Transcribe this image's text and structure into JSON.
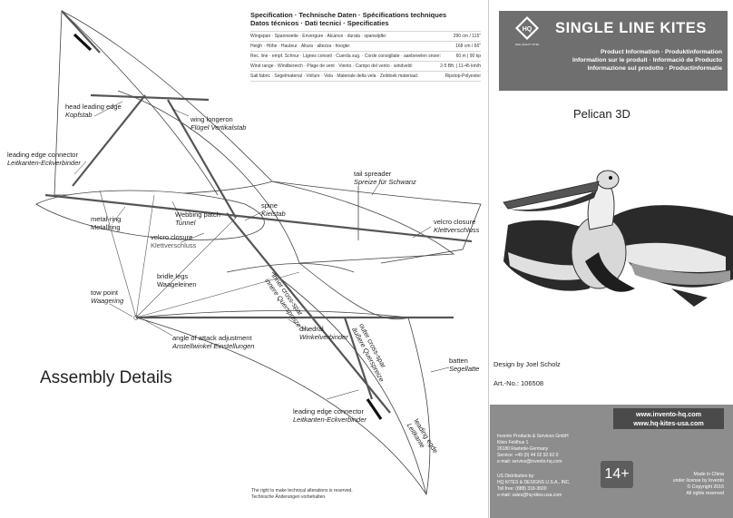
{
  "specs": {
    "heading1": "Specification · Technische Daten · Spécifications techniques",
    "heading2": "Datos técnicos · Dati tecnici · Specificaties",
    "rows": [
      {
        "label": "Wingspan · Spannweite · Envergure · Alcance · durata · spanwijdte:",
        "value": "290 cm / 115\""
      },
      {
        "label": "Heigh · Höhe · Hauteur · Altura · altezza · hoogte:",
        "value": "168 cm / 66\""
      },
      {
        "label": "Rec. line · empf. Schnur · Lignes conseil · Cuerda sug. · Corde consigliate · aanbevelen snoer:",
        "value": "60 m | 90 kp"
      },
      {
        "label": "Wind range · Windbereich · Plage de vent · Viento · Campo del vento · windveld:",
        "value": "2-5 Bft. | 11-45 km/h"
      },
      {
        "label": "Sail fabric · Segelmaterial · Voilure · Vela · Materiale della vela · Zeildoek materiaal:",
        "value": "Ripstop-Polyester"
      }
    ]
  },
  "labels": {
    "head_leading_edge": {
      "en": "head leading edge",
      "de": "Kopfstab"
    },
    "wing_longeron": {
      "en": "wing longeron",
      "de": "Flügel Vertikalstab"
    },
    "leading_edge_connector_top": {
      "en": "leading edge connector",
      "de": "Leitkanten-Eckverbinder"
    },
    "tail_spreader": {
      "en": "tail spreader",
      "de": "Spreize für Schwanz"
    },
    "webbing_patch": {
      "en": "Webbing patch",
      "de": "Tunnel"
    },
    "spine": {
      "en": "spine",
      "de": "Kielstab"
    },
    "metal_ring": {
      "en": "metal-ring",
      "de": "Metallring"
    },
    "velcro_closure_left": {
      "en": "velcro closure",
      "de": "Klettverschluss"
    },
    "velcro_closure_right": {
      "en": "velcro closure",
      "de": "Klettverschluss"
    },
    "bridle_legs": {
      "en": "bridle legs",
      "de": "Waageleinen"
    },
    "inner_cross_spar": {
      "en": "inner cross-spar",
      "de": "innere Querspreize"
    },
    "tow_point": {
      "en": "tow point",
      "de": "Waagering"
    },
    "dihedral": {
      "en": "dihedral",
      "de": "Winkelverbinder"
    },
    "outer_cross_spar": {
      "en": "outer cross-spar",
      "de": "äußere Querspreize"
    },
    "angle_adjust": {
      "en": "angle of attack adjustment",
      "de": "Anstellwinkel Einstellungen"
    },
    "batten": {
      "en": "batten",
      "de": "Segellatte"
    },
    "leading_edge_connector_bottom": {
      "en": "leading edge connector",
      "de": "Leitkanten-Eckverbinder"
    },
    "leading_edge": {
      "en": "leading egde",
      "de": "Leitkante"
    }
  },
  "assembly_title": "Assembly Details",
  "note": [
    "The right to make technical alterations is reserved.",
    "Technische Änderungen vorbehalten."
  ],
  "brand": {
    "logo_text": "HQ",
    "logo_small": "HIGH QUALITY KITES",
    "name": "SINGLE LINE KITES",
    "info": [
      "Product Information · Produktinformation",
      "Information sur le produit · Informació de Producto",
      "Informazione sul prodotto · Productinformatie"
    ]
  },
  "product_title": "Pelican 3D",
  "design_credit": "Design by Joel Scholz",
  "article": "Art.-No.: 106508",
  "urls": [
    "www.invento-hq.com",
    "www.hq-kites-usa.com"
  ],
  "company": [
    "Invento Products & Services GmbH",
    "Klein Feldhus 1",
    "26180 Rastede-Germany",
    "Service: +49 (0) 44 02 92 62 0",
    "e-mail: service@invento-hq.com"
  ],
  "distributor": [
    "US Distribution by:",
    "HQ KITES & DESIGNS U.S.A., INC.",
    "Toll free: (888) 318-3600",
    "e-mail: sales@hq-kites-usa.com"
  ],
  "age": "14+",
  "legal": [
    "Made in China",
    "under license by Invento",
    "© Copyright 2016",
    "All rights reserved"
  ],
  "colors": {
    "header_bg": "#6f6f6f",
    "footer_bg": "#8d8d8d",
    "url_bg": "#4a4a4a"
  }
}
